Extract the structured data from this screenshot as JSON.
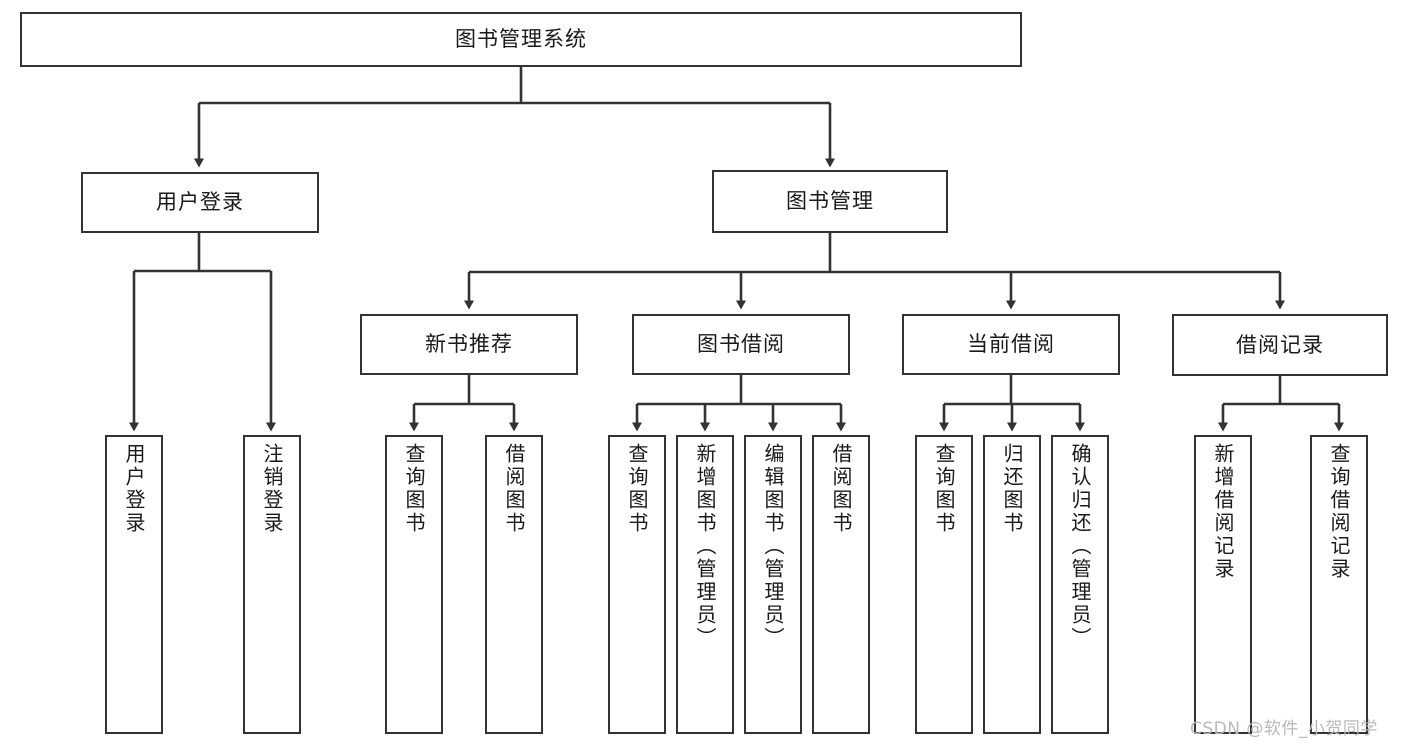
{
  "diagram": {
    "type": "tree-structure-chart",
    "title": "图书管理系统",
    "watermark": "CSDN @软件_小贺同学",
    "colors": {
      "box_border": "#333333",
      "box_fill": "#ffffff",
      "connector": "#333333",
      "text": "#1a1a1a",
      "watermark": "#b9b9b9",
      "background": "#ffffff"
    },
    "nodes": {
      "root": {
        "label": "图书管理系统"
      },
      "level2": [
        {
          "id": "user-login",
          "label": "用户登录"
        },
        {
          "id": "book-manage",
          "label": "图书管理"
        }
      ],
      "level3": [
        {
          "id": "new-book-recommend",
          "label": "新书推荐"
        },
        {
          "id": "book-borrow",
          "label": "图书借阅"
        },
        {
          "id": "current-borrow",
          "label": "当前借阅"
        },
        {
          "id": "borrow-record",
          "label": "借阅记录"
        }
      ],
      "leaves": {
        "user-login": [
          {
            "id": "leaf-user-login",
            "label": "用户登录"
          },
          {
            "id": "leaf-logout-login",
            "label": "注销登录"
          }
        ],
        "new-book-recommend": [
          {
            "id": "leaf-query-book-1",
            "label": "查询图书"
          },
          {
            "id": "leaf-borrow-book-1",
            "label": "借阅图书"
          }
        ],
        "book-borrow": [
          {
            "id": "leaf-query-book-2",
            "label": "查询图书"
          },
          {
            "id": "leaf-add-book-admin",
            "label": "新增图书（管理员）"
          },
          {
            "id": "leaf-edit-book-admin",
            "label": "编辑图书（管理员）"
          },
          {
            "id": "leaf-borrow-book-2",
            "label": "借阅图书"
          }
        ],
        "current-borrow": [
          {
            "id": "leaf-query-book-3",
            "label": "查询图书"
          },
          {
            "id": "leaf-return-book",
            "label": "归还图书"
          },
          {
            "id": "leaf-confirm-return-admin",
            "label": "确认归还（管理员）"
          }
        ],
        "borrow-record": [
          {
            "id": "leaf-add-borrow-record",
            "label": "新增借阅记录"
          },
          {
            "id": "leaf-query-borrow-record",
            "label": "查询借阅记录"
          }
        ]
      }
    }
  }
}
